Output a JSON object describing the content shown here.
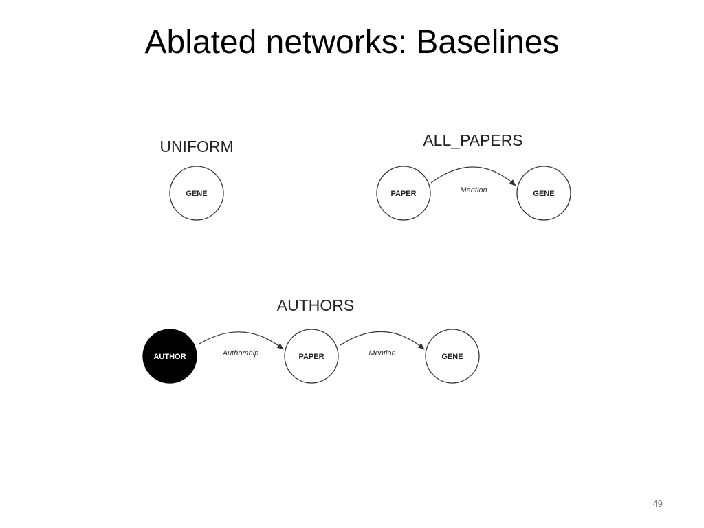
{
  "slide": {
    "title": "Ablated networks: Baselines",
    "page_number": "49"
  },
  "diagrams": {
    "uniform": {
      "label": "UNIFORM",
      "nodes": {
        "gene": "GENE"
      }
    },
    "all_papers": {
      "label": "ALL_PAPERS",
      "nodes": {
        "paper": "PAPER",
        "gene": "GENE"
      },
      "edges": {
        "mention": "Mention"
      }
    },
    "authors": {
      "label": "AUTHORS",
      "nodes": {
        "author": "AUTHOR",
        "paper": "PAPER",
        "gene": "GENE"
      },
      "edges": {
        "authorship": "Authorship",
        "mention": "Mention"
      }
    }
  },
  "colors": {
    "author_node_fill": "#000000",
    "node_stroke": "#333333",
    "page_number": "#7f7f7f"
  }
}
